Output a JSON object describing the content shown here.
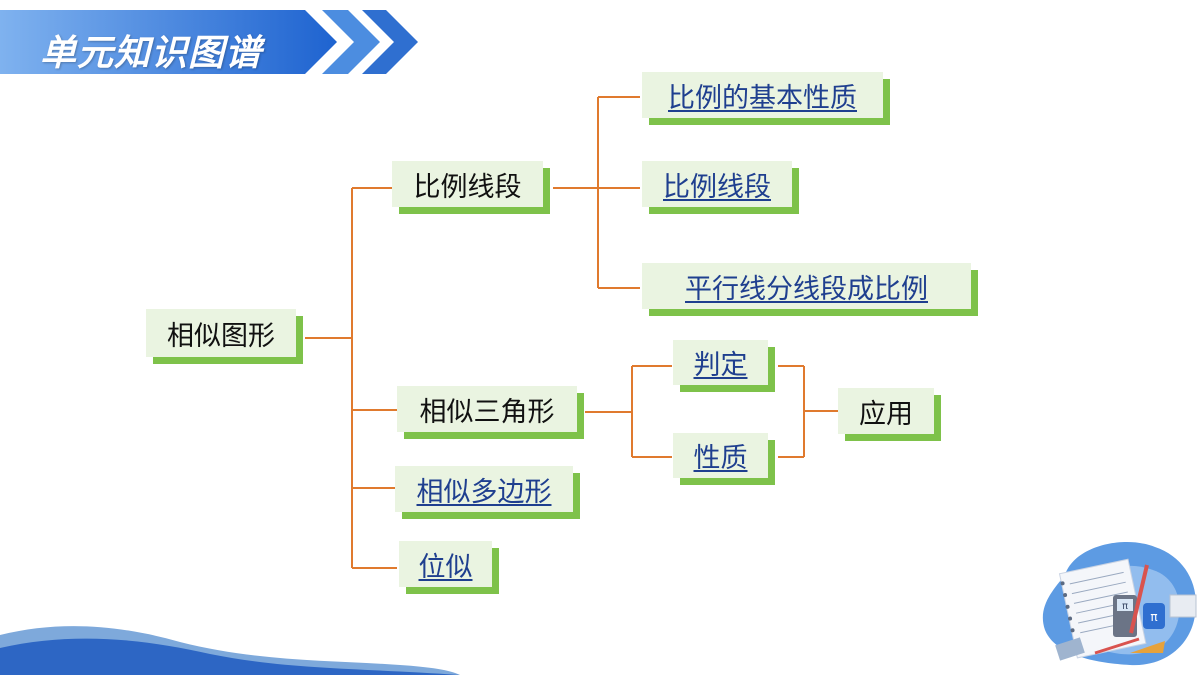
{
  "header": {
    "title": "单元知识图谱"
  },
  "diagram": {
    "root": "相似图形",
    "branch_proportional": "比例线段",
    "branch_triangles": "相似三角形",
    "branch_polygons": "相似多边形",
    "branch_homothety": "位似",
    "leaf_ratio_properties": "比例的基本性质",
    "leaf_proportional_segments": "比例线段",
    "leaf_parallel_lines": "平行线分线段成比例",
    "leaf_criteria": "判定",
    "leaf_properties": "性质",
    "leaf_application": "应用"
  },
  "colors": {
    "banner_blue": "#2a6fd6",
    "node_fill": "#eaf4e1",
    "node_shadow": "#7ec24a",
    "connector": "#e07a2e",
    "link_text": "#1f3f8f"
  }
}
